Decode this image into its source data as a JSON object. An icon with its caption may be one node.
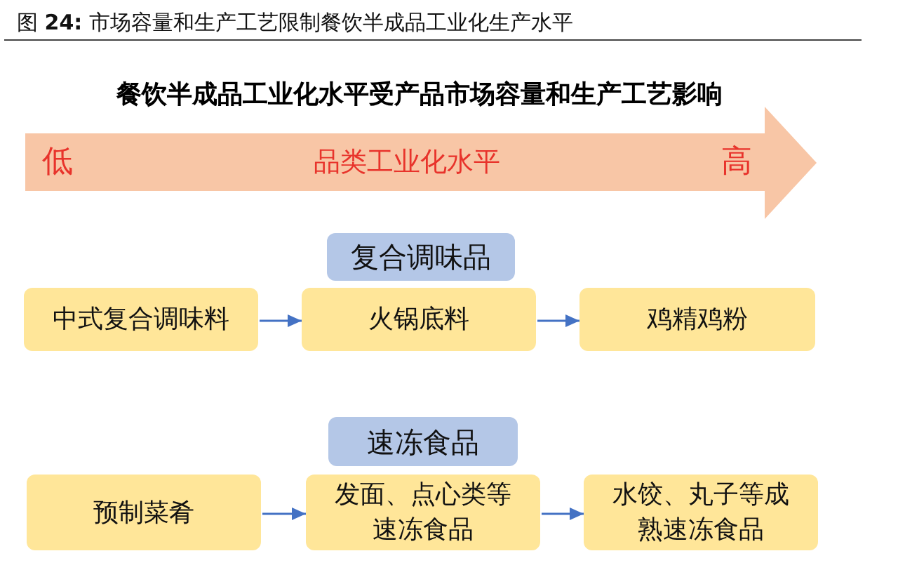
{
  "diagram": {
    "title": "图 **24:** 市场容量和生产工艺限制餐饮半成品工业化生产水平",
    "nodes": [
      {
        "text": [
          "低",
          "品类工业化水平",
          "高"
        ]
      },
      {
        "text": [
          "复合调味品"
        ]
      },
      {
        "text": [
          "中式复合调味料"
        ]
      },
      {
        "text": [
          "火锅底料"
        ]
      },
      {
        "text": [
          "鸡精鸡粉"
        ]
      },
      {
        "text": [
          "速冻食品"
        ]
      },
      {
        "text": [
          "预制菜肴"
        ]
      },
      {
        "text": [
          "发面、点心类等速冻食品"
        ]
      },
      {
        "text": [
          "水饺、丸子等成熟速冻食品"
        ]
      }
    ],
    "edges": [
      {
        "from": 2,
        "to": 3,
        "arrow": "to"
      },
      {
        "from": 3,
        "to": 4,
        "arrow": "to"
      },
      {
        "from": 6,
        "to": 7,
        "arrow": "to"
      },
      {
        "from": 7,
        "to": 8,
        "arrow": "to"
      }
    ],
    "labels": [
      "餐饮半成品工业化水平受产品市场容量和生产工艺影响"
    ]
  }
}
